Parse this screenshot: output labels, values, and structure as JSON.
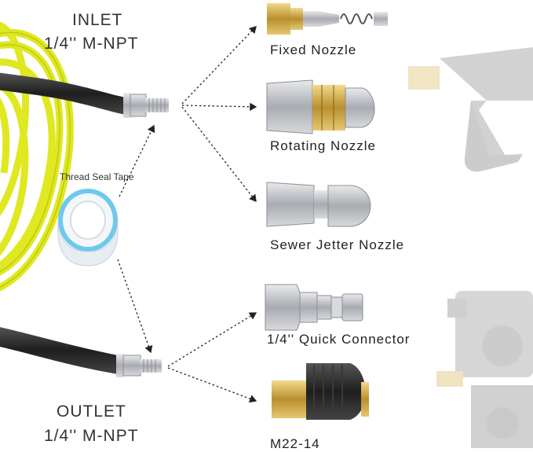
{
  "inlet": {
    "title": "INLET",
    "spec": "1/4'' M-NPT"
  },
  "outlet": {
    "title": "OUTLET",
    "spec": "1/4'' M-NPT"
  },
  "tape_label": "Thread Seal Tape",
  "products": [
    {
      "name": "Fixed Nozzle"
    },
    {
      "name": "Rotating Nozzle"
    },
    {
      "name": "Sewer Jetter Nozzle"
    },
    {
      "name": "1/4'' Quick Connector"
    },
    {
      "name": "M22-14"
    }
  ],
  "colors": {
    "hose": "#dfe820",
    "hose_cover": "#2b2b2b",
    "brass": "#c8a64a",
    "steel": "#b9bcc2"
  }
}
